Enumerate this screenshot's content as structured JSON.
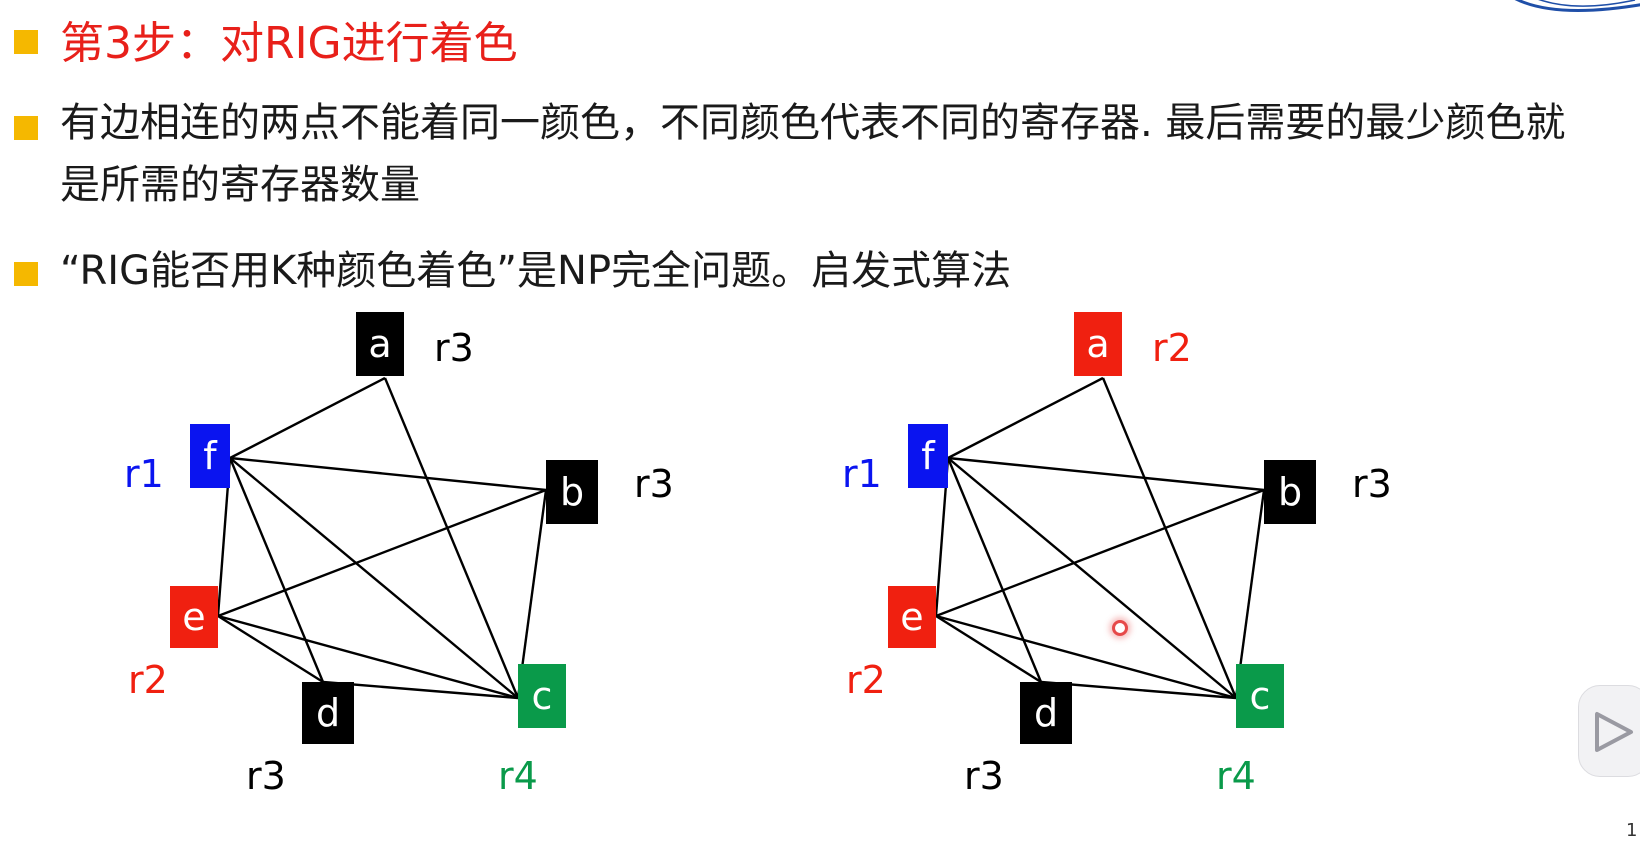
{
  "slide": {
    "title": "第3步：对RIG进行着色",
    "bullets": [
      "有边相连的两点不能着同一颜色，不同颜色代表不同的寄存器. 最后需要的最少颜色就是所需的寄存器数量",
      "“RIG能否用K种颜色着色”是NP完全问题。启发式算法"
    ],
    "page_number": "1"
  },
  "colors": {
    "title": "#e8201a",
    "bullet": "#f5b800",
    "red": "#f02010",
    "blue": "#0a14f0",
    "green": "#0a9a4a",
    "black": "#000000"
  },
  "graphs": [
    {
      "nodes": [
        {
          "id": "a",
          "label": "a",
          "fill": "black",
          "reg": "r3",
          "reg_color": "black"
        },
        {
          "id": "b",
          "label": "b",
          "fill": "black",
          "reg": "r3",
          "reg_color": "black"
        },
        {
          "id": "c",
          "label": "c",
          "fill": "green",
          "reg": "r4",
          "reg_color": "green"
        },
        {
          "id": "d",
          "label": "d",
          "fill": "black",
          "reg": "r3",
          "reg_color": "black"
        },
        {
          "id": "e",
          "label": "e",
          "fill": "red",
          "reg": "r2",
          "reg_color": "red"
        },
        {
          "id": "f",
          "label": "f",
          "fill": "blue",
          "reg": "r1",
          "reg_color": "blue"
        }
      ]
    },
    {
      "nodes": [
        {
          "id": "a",
          "label": "a",
          "fill": "red",
          "reg": "r2",
          "reg_color": "red"
        },
        {
          "id": "b",
          "label": "b",
          "fill": "black",
          "reg": "r3",
          "reg_color": "black"
        },
        {
          "id": "c",
          "label": "c",
          "fill": "green",
          "reg": "r4",
          "reg_color": "green"
        },
        {
          "id": "d",
          "label": "d",
          "fill": "black",
          "reg": "r3",
          "reg_color": "black"
        },
        {
          "id": "e",
          "label": "e",
          "fill": "red",
          "reg": "r2",
          "reg_color": "red"
        },
        {
          "id": "f",
          "label": "f",
          "fill": "blue",
          "reg": "r1",
          "reg_color": "blue"
        }
      ]
    }
  ],
  "edges": [
    [
      "f",
      "a"
    ],
    [
      "f",
      "b"
    ],
    [
      "f",
      "e"
    ],
    [
      "f",
      "d"
    ],
    [
      "f",
      "c"
    ],
    [
      "a",
      "c"
    ],
    [
      "b",
      "e"
    ],
    [
      "b",
      "c"
    ],
    [
      "e",
      "d"
    ],
    [
      "e",
      "c"
    ],
    [
      "d",
      "c"
    ]
  ]
}
